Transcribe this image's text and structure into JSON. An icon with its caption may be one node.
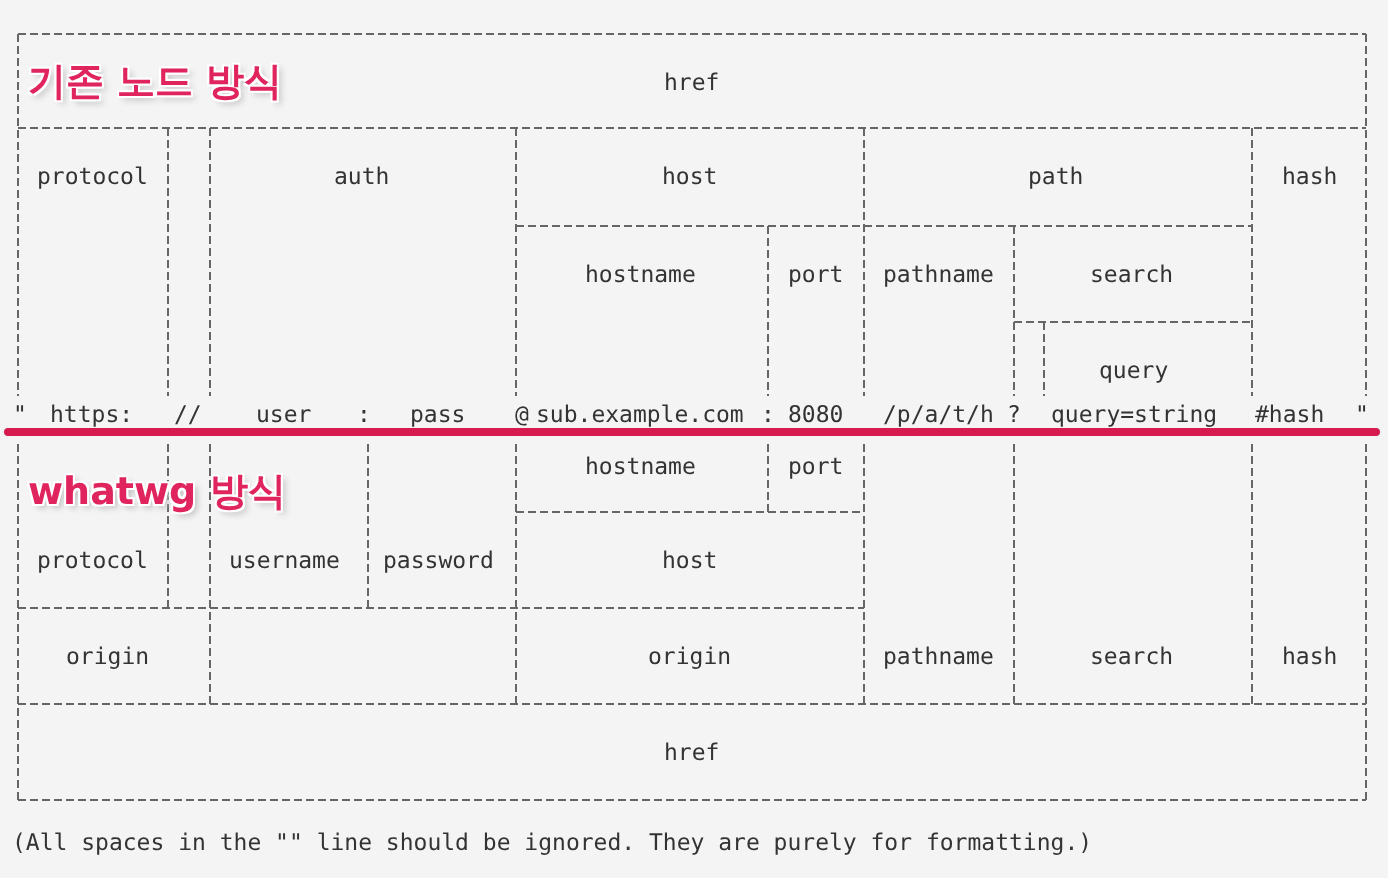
{
  "diagram": {
    "caption": "(All spaces in the \"\" line should be ignored. They are purely for formatting.)",
    "labels": [
      "기존 노드 방식",
      "href",
      "protocol",
      "auth",
      "host",
      "path",
      "hash",
      "hostname",
      "port",
      "pathname",
      "search",
      "query",
      "\"",
      "https:",
      "//",
      "user",
      ":",
      "pass",
      "@",
      "sub.example.com",
      ":",
      "8080",
      "/p/a/t/h",
      "?",
      "query=string",
      "#hash",
      "\"",
      "whatwg 방식",
      "hostname",
      "port",
      "protocol",
      "username",
      "password",
      "host",
      "origin",
      "origin",
      "pathname",
      "search",
      "hash",
      "href"
    ]
  }
}
